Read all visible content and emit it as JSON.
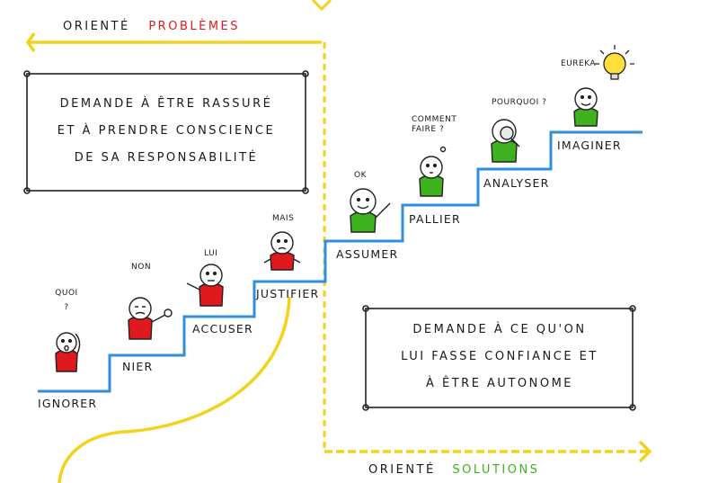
{
  "headers": {
    "top_prefix": "Orienté",
    "top_word": "Problèmes",
    "bottom_prefix": "Orienté",
    "bottom_word": "Solutions"
  },
  "boxes": {
    "left_lines": [
      "Demande à être rassuré",
      "et à prendre conscience",
      "de sa responsabilité"
    ],
    "right_lines": [
      "Demande à ce qu'on",
      "lui fasse confiance et",
      "à être autonome"
    ]
  },
  "steps": [
    {
      "label": "Ignorer",
      "says": "Quoi ?"
    },
    {
      "label": "Nier",
      "says": "Non"
    },
    {
      "label": "Accuser",
      "says": "Lui"
    },
    {
      "label": "Justifier",
      "says": "Mais"
    },
    {
      "label": "Assumer",
      "says": "Ok"
    },
    {
      "label": "Pallier",
      "says": "Comment faire ?"
    },
    {
      "label": "Analyser",
      "says": "Pourquoi ?"
    },
    {
      "label": "Imaginer",
      "says": "Eureka"
    }
  ],
  "colors": {
    "negative": "#e0191e",
    "positive": "#3fb31f",
    "staircase": "#2f8fdc",
    "flow_arrows": "#f2d21b",
    "bulb": "#ffe03a"
  },
  "icons": [
    "lightbulb-icon",
    "magnifier-icon",
    "pointing-hand-icon"
  ]
}
